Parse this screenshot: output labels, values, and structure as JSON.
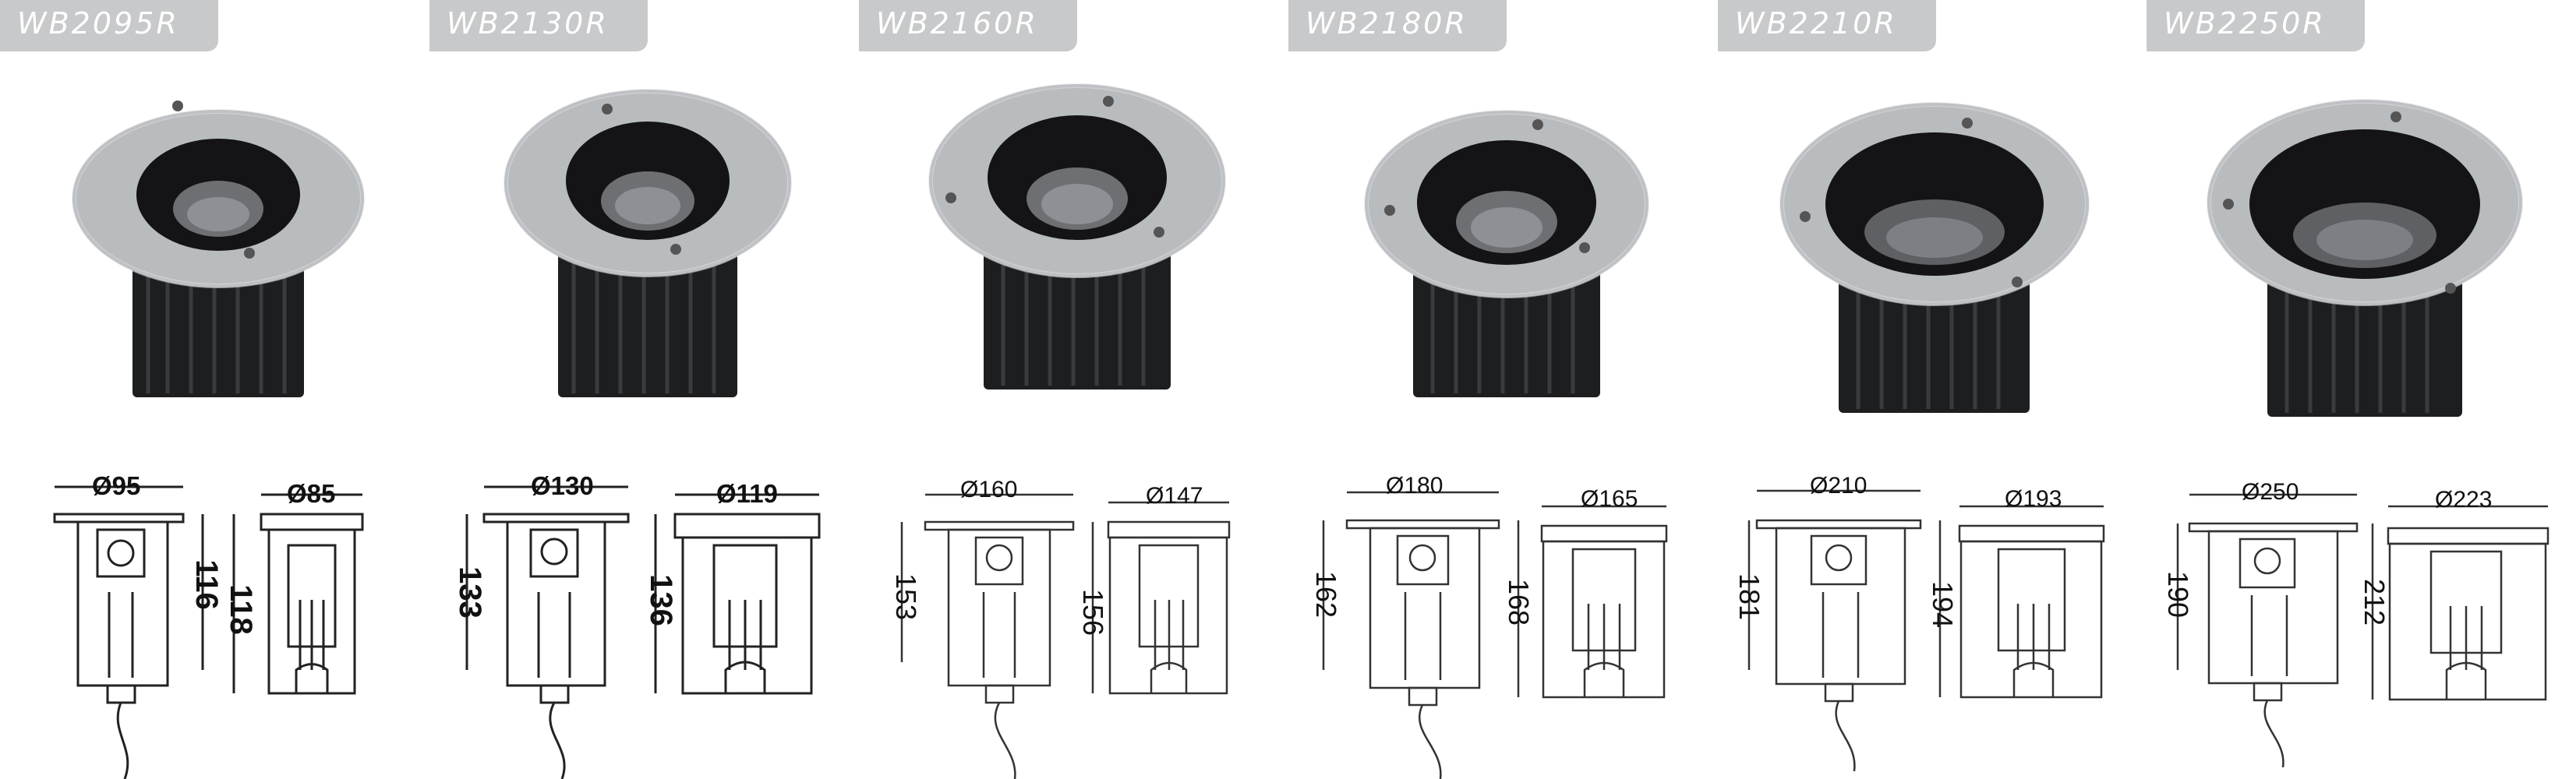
{
  "products": [
    {
      "model": "WB2095R",
      "outer_diameter": "Ø95",
      "inner_diameter": "Ø85",
      "body_height": "116",
      "total_height": "118"
    },
    {
      "model": "WB2130R",
      "outer_diameter": "Ø130",
      "inner_diameter": "Ø119",
      "body_height": "133",
      "total_height": "136"
    },
    {
      "model": "WB2160R",
      "outer_diameter": "Ø160",
      "inner_diameter": "Ø147",
      "body_height": "153",
      "total_height": "156"
    },
    {
      "model": "WB2180R",
      "outer_diameter": "Ø180",
      "inner_diameter": "Ø165",
      "body_height": "162",
      "total_height": "168"
    },
    {
      "model": "WB2210R",
      "outer_diameter": "Ø210",
      "inner_diameter": "Ø193",
      "body_height": "181",
      "total_height": "194"
    },
    {
      "model": "WB2250R",
      "outer_diameter": "Ø250",
      "inner_diameter": "Ø223",
      "body_height": "190",
      "total_height": "212"
    }
  ],
  "colors": {
    "tab": "#c8c9cb",
    "steel": "#b9bcbf",
    "housing": "#1d1e20",
    "line": "#222222"
  }
}
